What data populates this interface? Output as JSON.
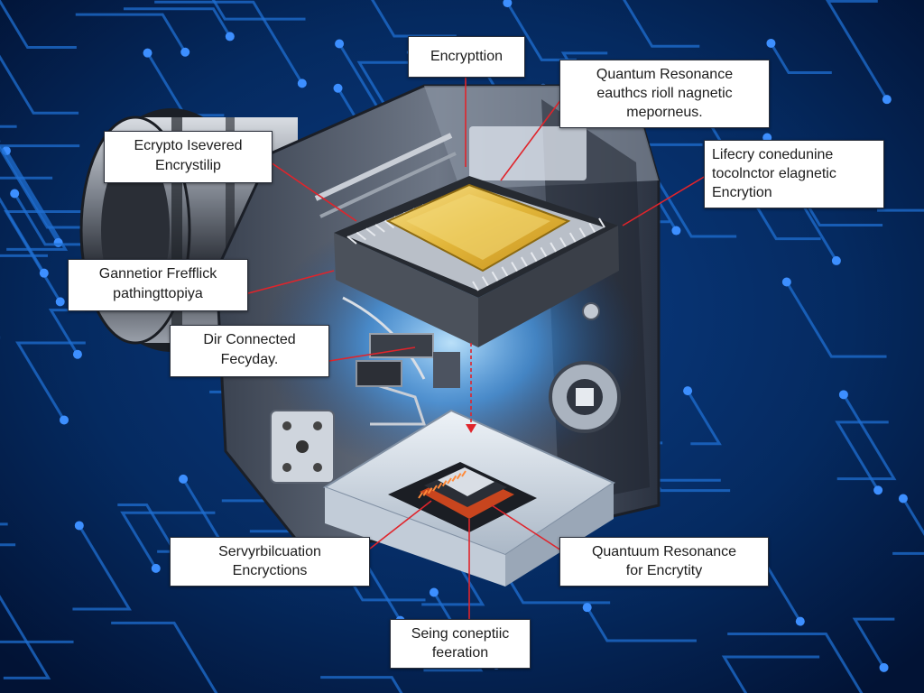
{
  "colors": {
    "background": "#031a3d",
    "circuit_trace": "#1f6fd1",
    "leader_line": "#e0242b",
    "glow": "#3aa0ff",
    "chip_gold": "#e2b63a"
  },
  "callouts": [
    {
      "id": "encryption-top",
      "lines": [
        "Encrypttion"
      ]
    },
    {
      "id": "quantum-resonance-top",
      "lines": [
        "Quantum Resonance",
        "eauthcs rioll nagnetic",
        "meporneus."
      ]
    },
    {
      "id": "lifecry",
      "lines": [
        "Lifecry conedunine",
        "tocolnctor elagnetic",
        "Encrytion"
      ]
    },
    {
      "id": "ecrypto-isevered",
      "lines": [
        "Ecrypto Isevered",
        "Encrystilip"
      ]
    },
    {
      "id": "gannetior",
      "lines": [
        "Gannetior Frefflick",
        "pathingttopiya"
      ]
    },
    {
      "id": "dir-connected",
      "lines": [
        "Dir Connected",
        "Fecyday."
      ]
    },
    {
      "id": "servyrbilcuation",
      "lines": [
        "Servyrbilcuation",
        "Encryctions"
      ]
    },
    {
      "id": "quantum-resonance-bottom",
      "lines": [
        "Quantuum Resonance",
        "for Encrytity"
      ]
    },
    {
      "id": "seing-coneptiic",
      "lines": [
        "Seing coneptiic",
        "feeration"
      ]
    }
  ]
}
